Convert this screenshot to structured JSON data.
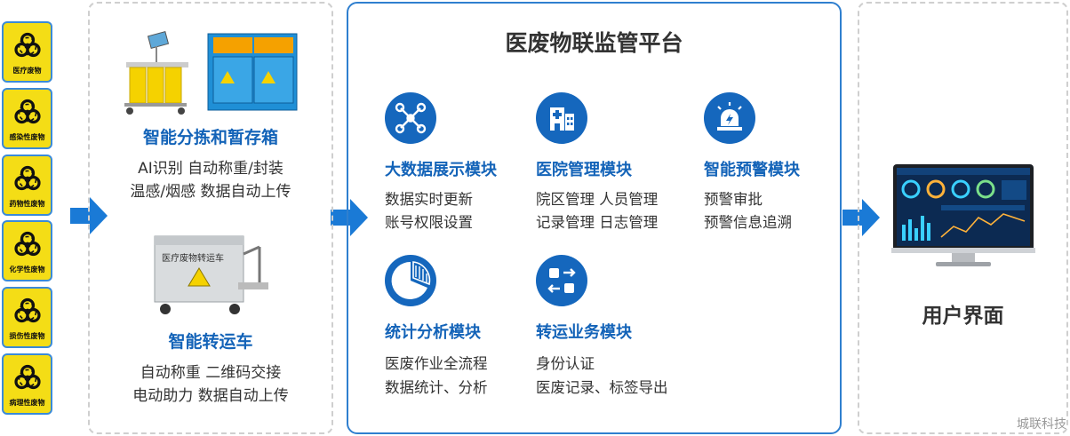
{
  "categories": [
    {
      "label": "医疗废物"
    },
    {
      "label": "感染性废物"
    },
    {
      "label": "药物性废物"
    },
    {
      "label": "化学性废物"
    },
    {
      "label": "损伤性废物"
    },
    {
      "label": "病理性废物"
    }
  ],
  "sorting_box": {
    "title": "智能分拣和暂存箱",
    "line1": "AI识别  自动称重/封装",
    "line2": "温感/烟感  数据自动上传"
  },
  "transport_cart": {
    "cart_text": "医疗废物转运车",
    "title": "智能转运车",
    "line1": "自动称重  二维码交接",
    "line2": "电动助力  数据自动上传"
  },
  "platform": {
    "title": "医废物联监管平台",
    "modules": [
      {
        "title": "大数据展示模块",
        "line1": "数据实时更新",
        "line2": "账号权限设置",
        "icon": "network-icon"
      },
      {
        "title": "医院管理模块",
        "line1": "院区管理  人员管理",
        "line2": "记录管理  日志管理",
        "icon": "hospital-icon"
      },
      {
        "title": "智能预警模块",
        "line1": "预警审批",
        "line2": "预警信息追溯",
        "icon": "alarm-icon"
      },
      {
        "title": "统计分析模块",
        "line1": "医废作业全流程",
        "line2": "数据统计、分析",
        "icon": "pie-chart-icon"
      },
      {
        "title": "转运业务模块",
        "line1": "身份认证",
        "line2": "医废记录、标签导出",
        "icon": "transfer-icon"
      }
    ]
  },
  "user_interface": {
    "label": "用户界面"
  },
  "watermark": "城联科技",
  "colors": {
    "accent_blue": "#1363b8",
    "badge_yellow": "#f4dd16",
    "arrow_blue": "#1a7ad6"
  }
}
